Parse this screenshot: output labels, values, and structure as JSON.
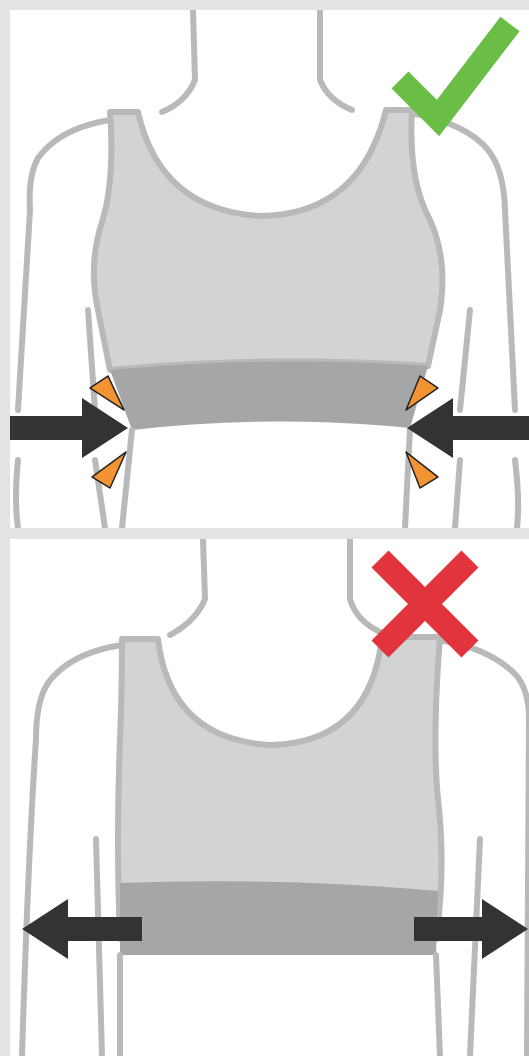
{
  "figure": {
    "panels": [
      {
        "id": "correct-fit",
        "verdict": "correct",
        "verdict_icon": "check-mark-icon",
        "band_fit": "snug",
        "arrows": "inward"
      },
      {
        "id": "incorrect-fit",
        "verdict": "incorrect",
        "verdict_icon": "cross-mark-icon",
        "band_fit": "loose",
        "arrows": "outward"
      }
    ]
  },
  "colors": {
    "background": "#e3e3e3",
    "panel": "#ffffff",
    "outline": "#b9b9b9",
    "garment": "#d2d3d5",
    "band": "#a5a6a8",
    "arrow": "#333333",
    "check": "#6bbe45",
    "cross": "#e1343d",
    "pressure_marker": "#f29433"
  }
}
